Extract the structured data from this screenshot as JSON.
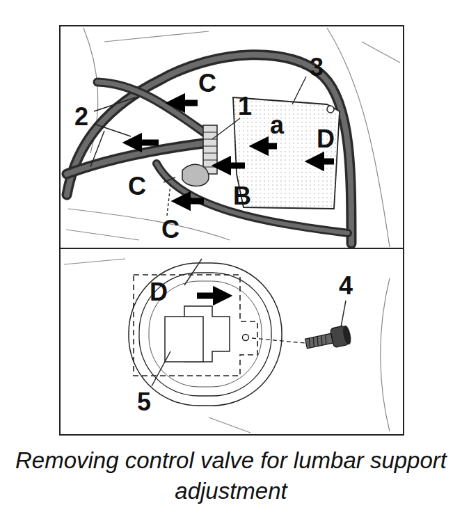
{
  "diagram": {
    "caption": "Removing control valve for lumbar support adjustment",
    "labels": [
      "C",
      "2",
      "1",
      "3",
      "a",
      "D",
      "C",
      "B",
      "C",
      "D",
      "4",
      "5"
    ]
  }
}
